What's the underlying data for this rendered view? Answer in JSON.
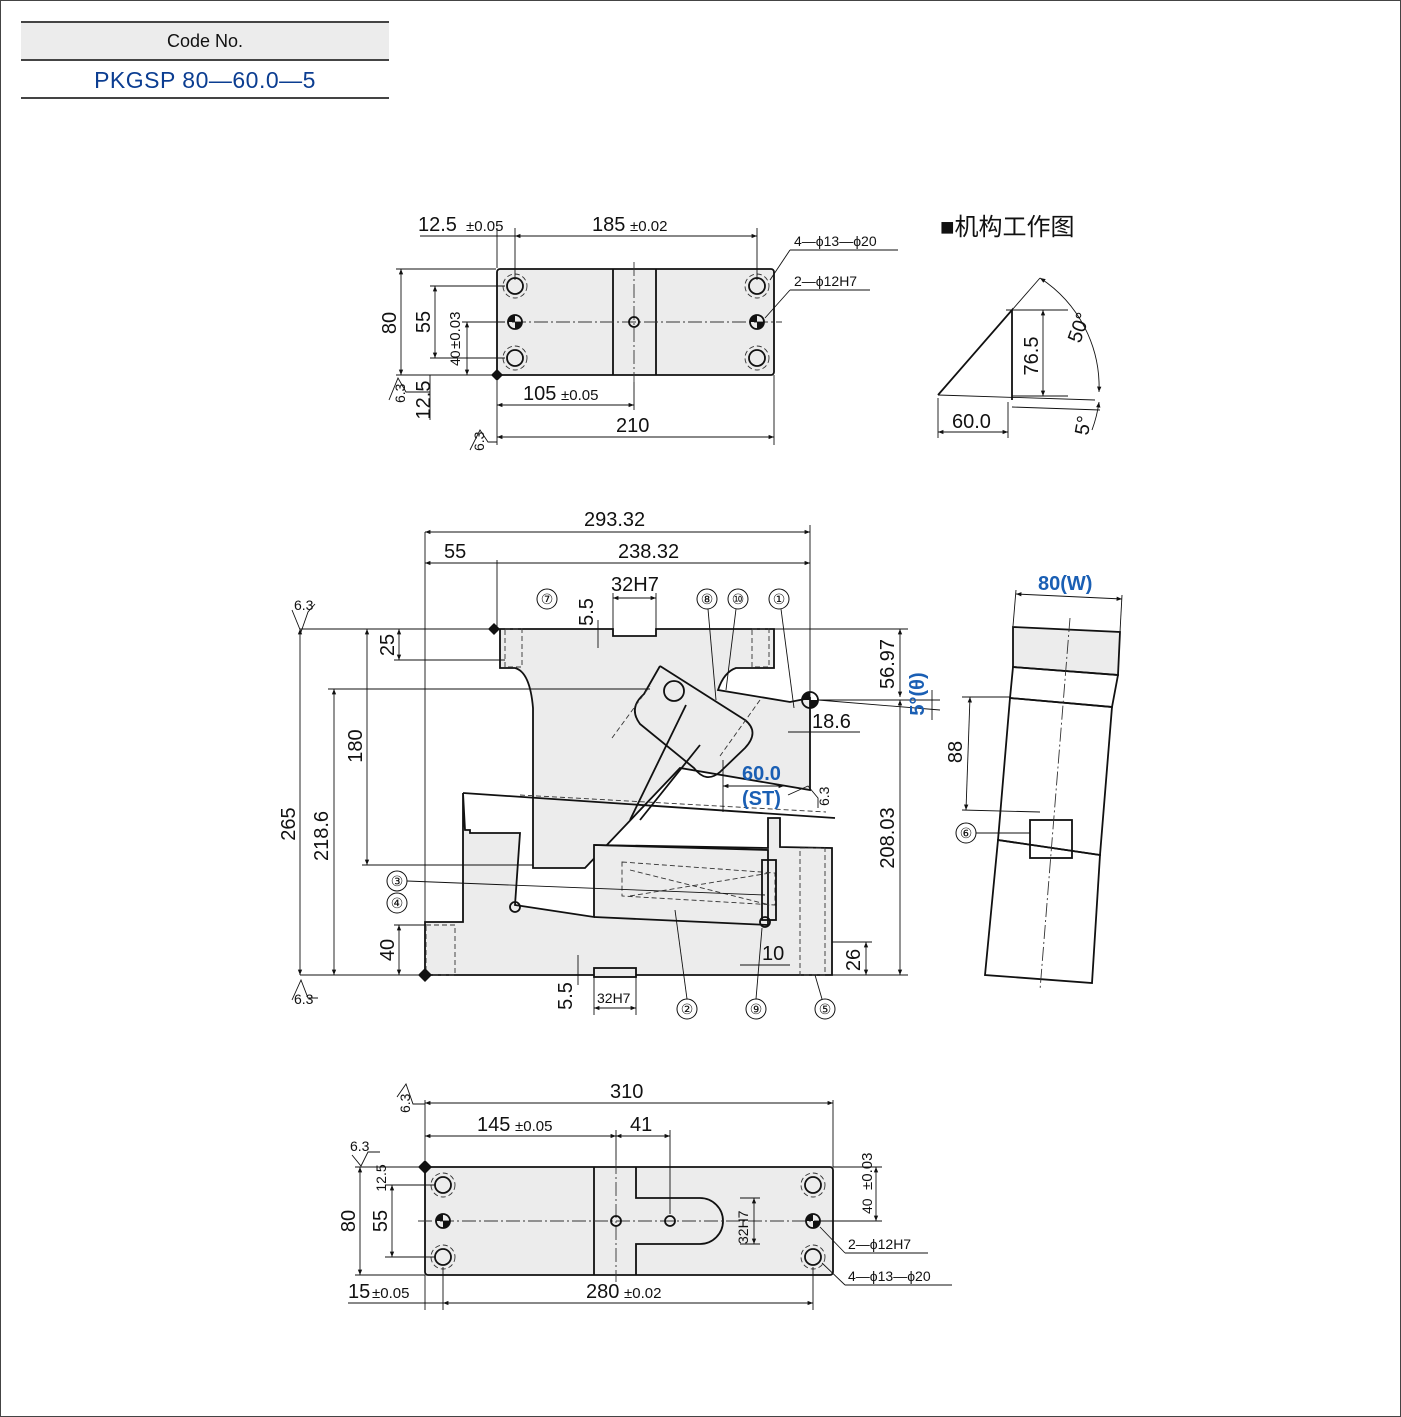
{
  "code_box": {
    "header": "Code No.",
    "value": "PKGSP 80—60.0—5"
  },
  "mechanism": {
    "title": "■机构工作图",
    "height": "76.5",
    "angle_top": "50°",
    "base": "60.0",
    "angle_bottom": "5°"
  },
  "top_view": {
    "dim_left": "12.5",
    "dim_left_tol": "±0.05",
    "dim_span": "185",
    "dim_span_tol": "±0.02",
    "holes_callout": "4—ϕ13—ϕ20",
    "pins_callout": "2—ϕ12H7",
    "dim_80": "80",
    "dim_55": "55",
    "dim_40": "40",
    "dim_40_tol": "±0.03",
    "dim_12_5": "12.5",
    "dim_105": "105",
    "dim_105_tol": "±0.05",
    "dim_210": "210",
    "rough": "6.3"
  },
  "front_view": {
    "dim_293": "293.32",
    "dim_55": "55",
    "dim_238": "238.32",
    "dim_32h7": "32H7",
    "dim_5_5": "5.5",
    "dim_25": "25",
    "dim_180": "180",
    "dim_265": "265",
    "dim_218": "218.6",
    "dim_40": "40",
    "dim_56": "56.97",
    "theta": "5°(θ)",
    "dim_18": "18.6",
    "stroke_val": "60.0",
    "stroke_lbl": "(ST)",
    "dim_208": "208.03",
    "dim_10": "10",
    "dim_26": "26",
    "rough": "6.3",
    "balloons": [
      "①",
      "②",
      "③",
      "④",
      "⑤",
      "⑥",
      "⑦",
      "⑧",
      "⑨",
      "⑩"
    ]
  },
  "side_view": {
    "width": "80(W)",
    "dim_88": "88"
  },
  "bottom_view": {
    "dim_310": "310",
    "dim_145": "145",
    "dim_145_tol": "±0.05",
    "dim_41": "41",
    "dim_12_5": "12.5",
    "dim_80": "80",
    "dim_55": "55",
    "dim_40": "40",
    "dim_40_tol": "±0.03",
    "dim_32h7": "32H7",
    "pins_callout": "2—ϕ12H7",
    "holes_callout": "4—ϕ13—ϕ20",
    "dim_15": "15",
    "dim_15_tol": "±0.05",
    "dim_280": "280",
    "dim_280_tol": "±0.02",
    "rough": "6.3"
  }
}
